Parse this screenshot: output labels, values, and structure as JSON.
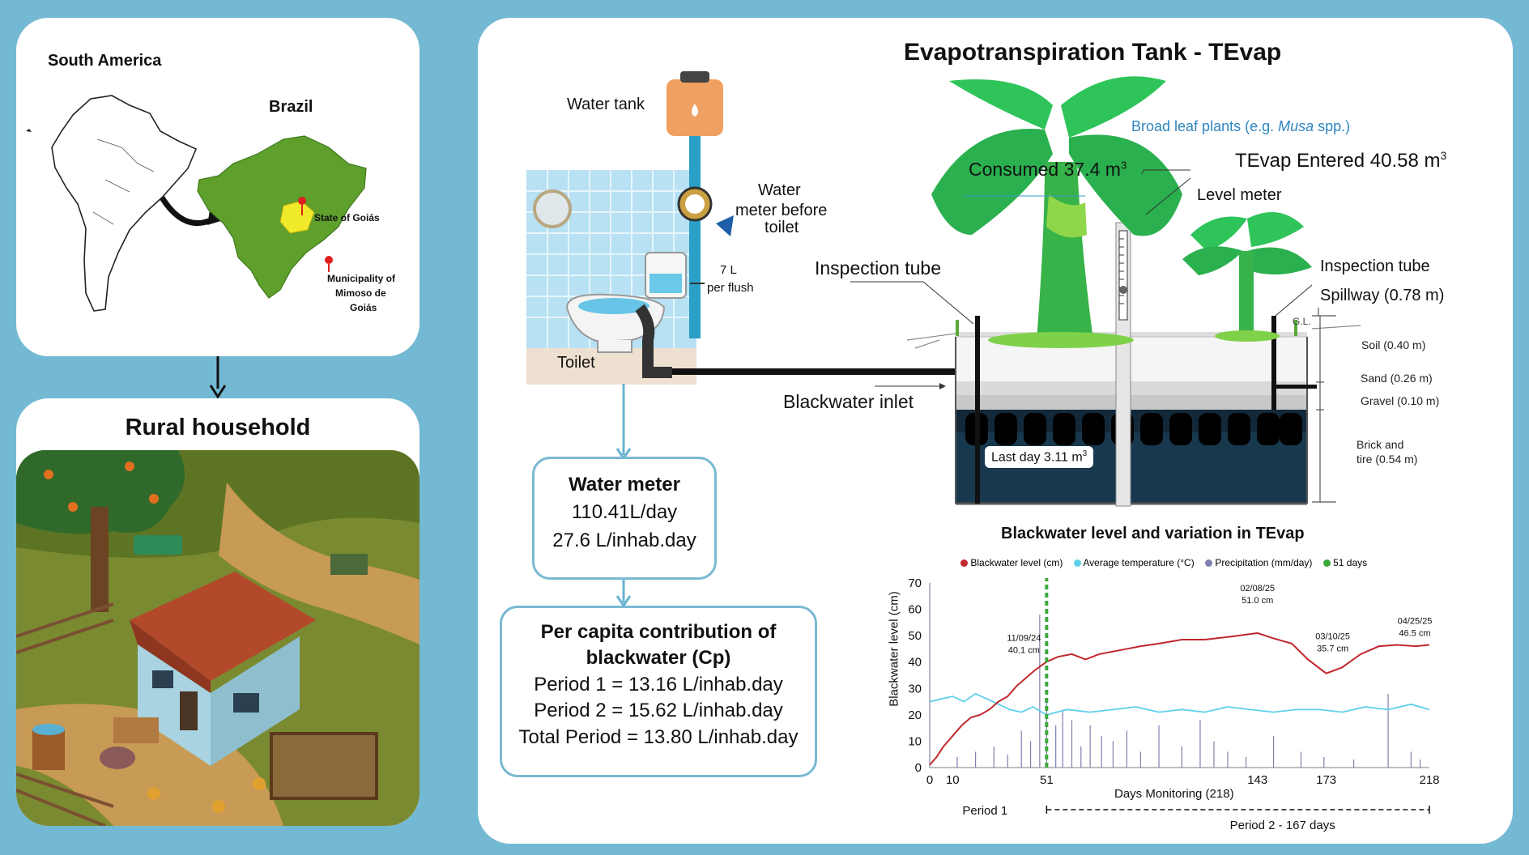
{
  "map": {
    "continent": "South America",
    "country": "Brazil",
    "state": "State of Goiás",
    "municipality": [
      "Municipality of",
      "Mimoso de",
      "Goiás"
    ]
  },
  "household": {
    "title": "Rural household"
  },
  "tevap": {
    "title": "Evapotranspiration Tank - TEvap",
    "plants_label": "Broad leaf plants (e.g. ",
    "plants_species": "Musa",
    "plants_suffix": " spp.)",
    "consumed_label": "Consumed 37.4 m",
    "consumed_sup": "3",
    "entered_label": "TEvap Entered 40.58 m",
    "entered_sup": "3",
    "level_meter": "Level meter",
    "inspection_left": "Inspection tube",
    "inspection_right": "Inspection tube",
    "spillway": "Spillway (0.78 m)",
    "gl": "G.L.",
    "layers": {
      "soil": "Soil (0.40 m)",
      "sand": "Sand (0.26 m)",
      "gravel": "Gravel (0.10 m)",
      "brick_1": "Brick and",
      "brick_2": "tire (0.54 m)"
    },
    "last_day": "Last day  3.11 m",
    "last_day_sup": "3",
    "blackwater_inlet": "Blackwater inlet"
  },
  "toilet": {
    "water_tank": "Water tank",
    "meter_1": "Water",
    "meter_2": "meter before",
    "meter_3": "toilet",
    "flush_1": "7 L",
    "flush_2": "per flush",
    "toilet_label": "Toilet"
  },
  "water_meter": {
    "title": "Water meter",
    "line1": "110.41L/day",
    "line2": "27.6 L/inhab.day"
  },
  "cp": {
    "title_1": "Per capita contribution of",
    "title_2": "blackwater (Cp)",
    "p1": "Period 1 = 13.16 L/inhab.day",
    "p2": "Period 2 = 15.62 L/inhab.day",
    "total": "Total Period = 13.80 L/inhab.day"
  },
  "colors": {
    "background": "#74b9d3",
    "level_series": "#c0282d",
    "temperature_series": "#5fd0ea",
    "precipitation_series": "#7f7fae",
    "day51_marker": "#3aa83a"
  },
  "chart_data": {
    "type": "line",
    "title": "Blackwater level and variation in TEvap",
    "xlabel": "Days Monitoring (218)",
    "ylabel": "Blackwater level (cm)",
    "xlim": [
      0,
      218
    ],
    "ylim": [
      0,
      70
    ],
    "x_ticks": [
      0,
      10,
      51,
      143,
      173,
      218
    ],
    "y_ticks": [
      0,
      10,
      20,
      30,
      40,
      50,
      60,
      70
    ],
    "legend": [
      "Blackwater level (cm)",
      "Average temperature (°C)",
      "Precipitation (mm/day)",
      "51 days"
    ],
    "legend_position": "top",
    "marker_day": 51,
    "series": [
      {
        "name": "Blackwater level (cm)",
        "x": [
          0,
          3,
          6,
          10,
          14,
          18,
          22,
          26,
          30,
          34,
          38,
          42,
          46,
          51,
          56,
          62,
          68,
          74,
          80,
          86,
          92,
          100,
          110,
          120,
          130,
          143,
          150,
          158,
          165,
          173,
          180,
          188,
          196,
          204,
          212,
          218
        ],
        "y": [
          1,
          4,
          8,
          12,
          16,
          19,
          20,
          22,
          25,
          27,
          31,
          34,
          37,
          40.1,
          42,
          43,
          41,
          43,
          44,
          45,
          46,
          47,
          48.5,
          48.5,
          49.5,
          51.0,
          49,
          47,
          41,
          35.7,
          38,
          43,
          46,
          46.5,
          46,
          46.5
        ]
      },
      {
        "name": "Average temperature (°C)",
        "x": [
          0,
          5,
          10,
          15,
          20,
          25,
          30,
          35,
          40,
          45,
          51,
          60,
          70,
          80,
          90,
          100,
          110,
          120,
          130,
          140,
          150,
          160,
          170,
          180,
          190,
          200,
          210,
          218
        ],
        "y": [
          25,
          26,
          27,
          25,
          28,
          26,
          24,
          22,
          21,
          23,
          20,
          22,
          21,
          22,
          23,
          21,
          22,
          21,
          23,
          22,
          21,
          22,
          22,
          21,
          23,
          22,
          24,
          22
        ]
      },
      {
        "name": "Precipitation (mm/day)",
        "x": [
          0,
          12,
          20,
          28,
          34,
          40,
          44,
          48,
          51,
          55,
          58,
          62,
          66,
          70,
          75,
          80,
          86,
          92,
          100,
          110,
          118,
          124,
          130,
          138,
          150,
          162,
          172,
          185,
          200,
          210,
          214
        ],
        "y": [
          70,
          4,
          6,
          8,
          5,
          14,
          10,
          58,
          26,
          16,
          22,
          18,
          8,
          16,
          12,
          10,
          14,
          6,
          16,
          8,
          18,
          10,
          6,
          4,
          12,
          6,
          4,
          3,
          28,
          6,
          3
        ]
      }
    ],
    "annotations": [
      {
        "day": 51,
        "text_1": "11/09/24",
        "text_2": "40.1 cm"
      },
      {
        "day": 143,
        "text_1": "02/08/25",
        "text_2": "51.0  cm"
      },
      {
        "day": 173,
        "text_1": "03/10/25",
        "text_2": "35.7  cm"
      },
      {
        "day": 218,
        "text_1": "04/25/25",
        "text_2": "46.5 cm"
      }
    ],
    "period_1": "Period 1",
    "period_2": "Period 2 - 167 days"
  }
}
